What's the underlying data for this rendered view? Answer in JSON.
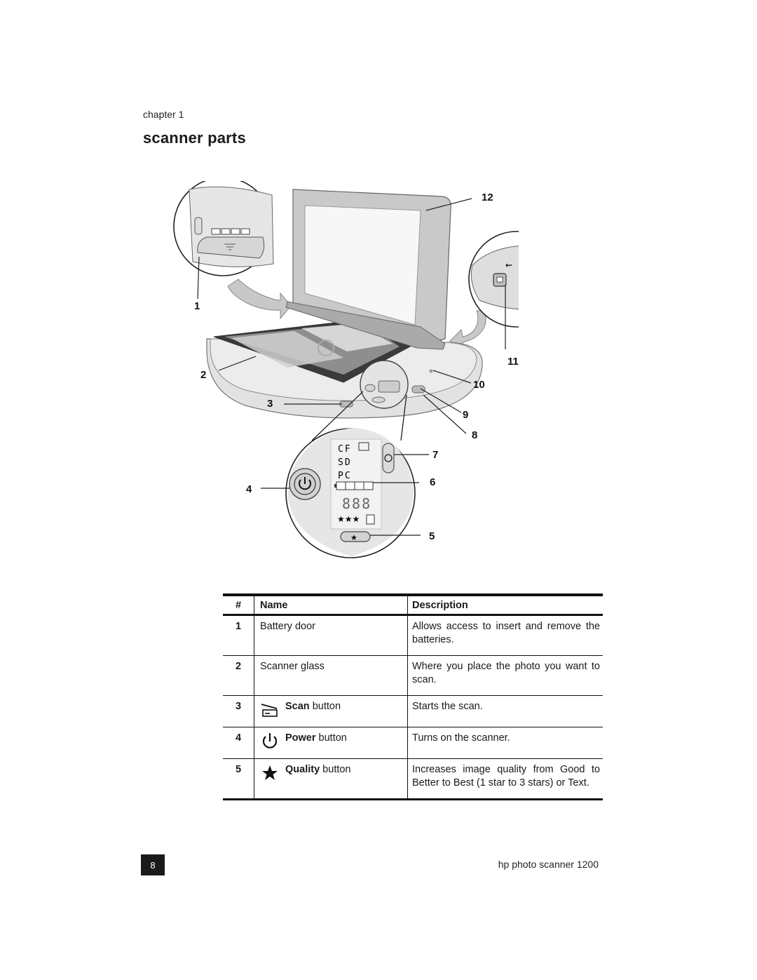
{
  "header": {
    "chapter": "chapter 1",
    "title": "scanner parts"
  },
  "figure": {
    "callouts": [
      "1",
      "2",
      "3",
      "4",
      "5",
      "6",
      "7",
      "8",
      "9",
      "10",
      "11",
      "12"
    ],
    "lcd": {
      "cf": "CF",
      "sd": "SD",
      "pc": "PC",
      "digits": "888",
      "stars": "★★★"
    }
  },
  "table": {
    "headers": {
      "num": "#",
      "name": "Name",
      "description": "Description"
    },
    "rows": [
      {
        "num": "1",
        "name": "Battery door",
        "icon": "",
        "description": "Allows access to insert and remove the batteries."
      },
      {
        "num": "2",
        "name": "Scanner glass",
        "icon": "",
        "description": "Where you place the photo you want to scan."
      },
      {
        "num": "3",
        "name_bold": "Scan",
        "name_suffix": " button",
        "icon": "scan-icon",
        "description": "Starts the scan."
      },
      {
        "num": "4",
        "name_bold": "Power",
        "name_suffix": " button",
        "icon": "power-icon",
        "description": "Turns on the scanner."
      },
      {
        "num": "5",
        "name_bold": "Quality",
        "name_suffix": " button",
        "icon": "star-icon",
        "description": "Increases image quality from Good to Better to Best (1 star to 3 stars) or Text."
      }
    ]
  },
  "footer": {
    "page_number": "8",
    "product": "hp photo scanner 1200"
  }
}
